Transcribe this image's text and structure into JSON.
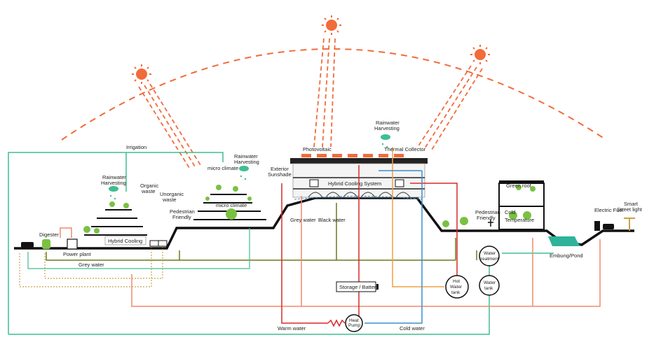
{
  "labels": {
    "irrigation": "Irrigation",
    "rainwater_left_1": "Rainwater",
    "rainwater_left_2": "Harvesting",
    "organic_1": "Organic",
    "organic_2": "waste",
    "unorganic_1": "Unorganic",
    "unorganic_2": "waste",
    "hybrid_cooling_left": "Hybrid Cooling",
    "digester": "Digester",
    "power_plant": "Power plant",
    "grey_water_bottom": "Grey water",
    "rainwater_mid_1": "Rainwater",
    "rainwater_mid_2": "Harvesting",
    "micro_climate_top": "micro climate",
    "micro_climate_mid": "micro climate",
    "pedestrian_left_1": "Pedestrian",
    "pedestrian_left_2": "Friendly",
    "photovoltaic": "Photovoltaic",
    "rainwater_top_1": "Rainwater",
    "rainwater_top_2": "Harvesting",
    "thermal_collector": "Thermal Collector",
    "exterior_1": "Exterior",
    "exterior_2": "Sunshade",
    "hybrid_cooling_system": "Hybrid Cooling System",
    "grey_water_mid": "Grey water",
    "black_water": "Black water",
    "storage_battery": "Storage / Battery",
    "hot_water_1": "Hot",
    "hot_water_2": "Water",
    "hot_water_3": "tank",
    "heat_pump_1": "Heat",
    "heat_pump_2": "Pump",
    "warm_water": "Warm water",
    "cold_water": "Cold water",
    "pedestrian_right_1": "Pedestrian",
    "pedestrian_right_2": "Friendly",
    "green_roof": "Green roof",
    "cold_temp_1": "Cold",
    "cold_temp_2": "Temperature",
    "water_treatment_1": "Water",
    "water_treatment_2": "treatment",
    "water_tank_1": "Water",
    "water_tank_2": "tank",
    "embung": "Embung/Pond",
    "electric_fuel": "Electric Fuel",
    "smart_1": "Smart",
    "smart_2": "Street light"
  },
  "colors": {
    "sun": "#f26b3a",
    "irrigation": "#3dbf8f",
    "grey_water": "#6b7a1f",
    "hot": "#d62b2b",
    "cold": "#3a8fd0",
    "supply": "#f08a6a",
    "storage": "#f0a040",
    "biogas": "#c9a24a",
    "tree": "#7ac142",
    "pond": "#2fb39a",
    "ground": "#111111"
  },
  "icons": {
    "sun": "sun-icon",
    "cloud": "cloud-icon",
    "tree": "tree-icon",
    "car": "car-icon",
    "charger": "charger-icon",
    "streetlight": "streetlight-icon",
    "battery": "battery-icon",
    "person": "person-icon"
  }
}
